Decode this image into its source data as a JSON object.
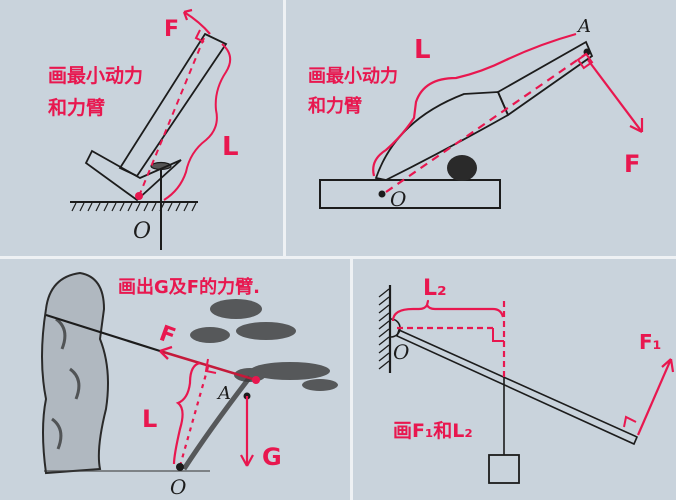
{
  "colors": {
    "background": "#c9d3dc",
    "divider": "#eef1f4",
    "red_ink": "#e8174f",
    "black_line": "#1c1c1c"
  },
  "panels": [
    {
      "id": "hammer",
      "instruction": "画最小动力和力臂",
      "instruction_line1": "画最小动力",
      "instruction_line2": "和力臂",
      "labels": {
        "force": "F",
        "arm": "L",
        "pivot": "O"
      }
    },
    {
      "id": "shovel",
      "instruction": "画最小动力和力臂",
      "instruction_line1": "画最小动力",
      "instruction_line2": "和力臂",
      "labels": {
        "force": "F",
        "arm": "L",
        "pivot": "O",
        "point": "A"
      }
    },
    {
      "id": "tree",
      "instruction": "画出G及F的力臂.",
      "labels": {
        "force": "F",
        "arm": "L",
        "pivot": "O",
        "point": "A",
        "gravity": "G"
      }
    },
    {
      "id": "wall-lever",
      "instruction": "画F₁和L₂",
      "labels": {
        "force": "F₁",
        "arm": "L₂",
        "pivot": "O"
      }
    }
  ]
}
